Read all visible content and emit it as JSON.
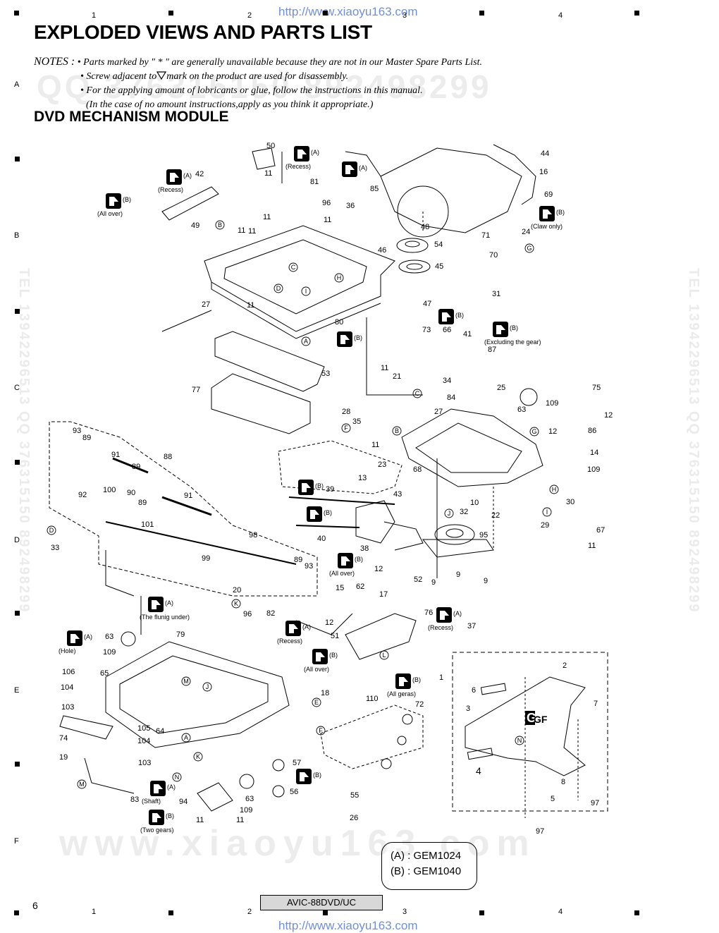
{
  "watermark": {
    "url": "http://www.xiaoyu163.com",
    "phone_vertical": "TEL 13942296513 QQ 376315150 892498299",
    "qq_big": "QQ 376315150 892498299",
    "site_big": "www.xiaoyu163.com"
  },
  "grid": {
    "columns": [
      "1",
      "2",
      "3",
      "4"
    ],
    "rows": [
      "A",
      "B",
      "C",
      "D",
      "E",
      "F"
    ]
  },
  "page": {
    "title": "EXPLODED VIEWS AND PARTS LIST",
    "notes_label": "NOTES :",
    "notes": [
      "• Parts marked by  \" * \"  are generally unavailable because they are not in our Master Spare Parts List.",
      "• Screw adjacent to",
      "mark on the product are used for disassembly.",
      "• For the applying amount of lobricants or glue, follow the instructions in this manual.",
      "(In the case of no amount instructions,apply as you think it appropriate.)"
    ],
    "section_title": "DVD MECHANISM MODULE",
    "legend": [
      "(A) : GEM1024",
      "(B) : GEM1040"
    ],
    "model": "AVIC-88DVD/UC",
    "page_number": "6"
  },
  "callouts": [
    {
      "icon": "A",
      "sub": "(Recess)"
    },
    {
      "icon": "A",
      "sub": "(Recess)"
    },
    {
      "icon": "B",
      "sub": "(All over)"
    },
    {
      "icon": "A",
      "sub": ""
    },
    {
      "icon": "B",
      "sub": "(Claw only)"
    },
    {
      "icon": "B",
      "sub": ""
    },
    {
      "icon": "B",
      "sub": "(Excluding the gear)"
    },
    {
      "icon": "B",
      "sub": ""
    },
    {
      "icon": "B",
      "sub": ""
    },
    {
      "icon": "B",
      "sub": ""
    },
    {
      "icon": "B",
      "sub": "(All over)"
    },
    {
      "icon": "A",
      "sub": "(The flunig under)"
    },
    {
      "icon": "A",
      "sub": "(Hole)"
    },
    {
      "icon": "A",
      "sub": "(Recess)"
    },
    {
      "icon": "B",
      "sub": "(All over)"
    },
    {
      "icon": "A",
      "sub": "(Recess)"
    },
    {
      "icon": "B",
      "sub": "(All geras)"
    },
    {
      "icon": "A",
      "sub": "(Shaft)"
    },
    {
      "icon": "B",
      "sub": "(Two gears)"
    },
    {
      "icon": "B",
      "sub": ""
    }
  ],
  "part_numbers": [
    "50",
    "11",
    "81",
    "96",
    "11",
    "85",
    "44",
    "16",
    "69",
    "42",
    "49",
    "11",
    "11",
    "11",
    "36",
    "48",
    "54",
    "46",
    "45",
    "71",
    "24",
    "70",
    "31",
    "27",
    "11",
    "80",
    "47",
    "73",
    "66",
    "41",
    "87",
    "11",
    "21",
    "34",
    "77",
    "53",
    "28",
    "35",
    "11",
    "84",
    "25",
    "63",
    "109",
    "75",
    "12",
    "86",
    "27",
    "12",
    "14",
    "109",
    "93",
    "89",
    "88",
    "91",
    "89",
    "90",
    "89",
    "91",
    "92",
    "100",
    "101",
    "98",
    "99",
    "89",
    "93",
    "20",
    "33",
    "23",
    "13",
    "68",
    "43",
    "39",
    "10",
    "32",
    "22",
    "30",
    "29",
    "67",
    "11",
    "40",
    "38",
    "95",
    "9",
    "9",
    "9",
    "12",
    "52",
    "15",
    "62",
    "17",
    "96",
    "82",
    "76",
    "37",
    "12",
    "51",
    "2",
    "6",
    "7",
    "1",
    "3",
    "63",
    "109",
    "79",
    "106",
    "65",
    "104",
    "103",
    "105",
    "64",
    "104",
    "103",
    "74",
    "19",
    "83",
    "18",
    "110",
    "72",
    "57",
    "94",
    "63",
    "109",
    "56",
    "55",
    "26",
    "11",
    "11",
    "8",
    "5",
    "97",
    "97",
    "4"
  ],
  "ref_letters": [
    "B",
    "C",
    "D",
    "I",
    "H",
    "A",
    "G",
    "C",
    "B",
    "G",
    "F",
    "H",
    "I",
    "J",
    "D",
    "K",
    "M",
    "J",
    "L",
    "E",
    "F",
    "A",
    "N",
    "K",
    "M",
    "N"
  ],
  "board_label": "GF"
}
